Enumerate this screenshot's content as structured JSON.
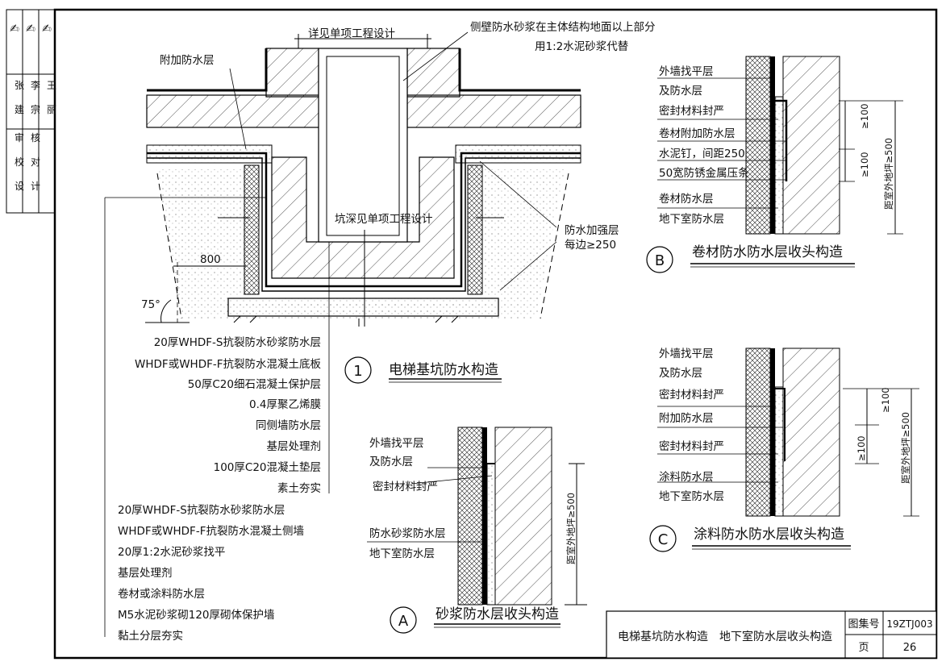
{
  "stamp": {
    "roles": [
      "审",
      "校",
      "设"
    ],
    "roles2": [
      "核",
      "对",
      "计"
    ],
    "names": [
      "张",
      "李",
      "王"
    ],
    "names2": [
      "建",
      "宗",
      "丽"
    ]
  },
  "detail1": {
    "number": "1",
    "title": "电梯基坑防水构造",
    "top_dim": "详见单项工程设计",
    "top_note_1": "侧壁防水砂浆在主体结构地面以上部分",
    "top_note_2": "用1:2水泥砂浆代替",
    "extra_layer": "附加防水层",
    "pit_depth": "坑深见单项工程设计",
    "reinforce_1": "防水加强层",
    "reinforce_2": "每边≥250",
    "dim_800": "800",
    "angle": "75°",
    "floor_layers": [
      "20厚WHDF-S抗裂防水砂浆防水层",
      "WHDF或WHDF-F抗裂防水混凝土底板",
      "50厚C20细石混凝土保护层",
      "0.4厚聚乙烯膜",
      "同侧墙防水层",
      "基层处理剂",
      "100厚C20混凝土垫层",
      "素土夯实"
    ],
    "wall_layers": [
      "20厚WHDF-S抗裂防水砂浆防水层",
      "WHDF或WHDF-F抗裂防水混凝土侧墙",
      "20厚1:2水泥砂浆找平",
      "基层处理剂",
      "卷材或涂料防水层",
      "M5水泥砂浆砌120厚砌体保护墙",
      "黏土分层夯实"
    ]
  },
  "detailA": {
    "letter": "A",
    "title": "砂浆防水层收头构造",
    "labels": [
      "外墙找平层",
      "及防水层",
      "密封材料封严",
      "防水砂浆防水层",
      "地下室防水层"
    ],
    "dim": "距室外地坪≥500"
  },
  "detailB": {
    "letter": "B",
    "title": "卷材防水防水层收头构造",
    "labels": [
      "外墙找平层",
      "及防水层",
      "密封材料封严",
      "卷材附加防水层",
      "水泥钉，间距250",
      "50宽防锈金属压条",
      "卷材防水层",
      "地下室防水层"
    ],
    "dim_outer": "距室外地坪≥500",
    "dim_a": "≥100",
    "dim_b": "≥100"
  },
  "detailC": {
    "letter": "C",
    "title": "涂料防水防水层收头构造",
    "labels": [
      "外墙找平层",
      "及防水层",
      "密封材料封严",
      "附加防水层",
      "密封材料封严",
      "涂料防水层",
      "地下室防水层"
    ],
    "dim_outer": "距室外地坪≥500",
    "dim_a": "≥100",
    "dim_b": "≥100"
  },
  "title_block": {
    "drawing_title": "电梯基坑防水构造　地下室防水层收头构造",
    "atlas_label": "图集号",
    "atlas_no": "19ZTJ003",
    "page_label": "页",
    "page_no": "26"
  }
}
